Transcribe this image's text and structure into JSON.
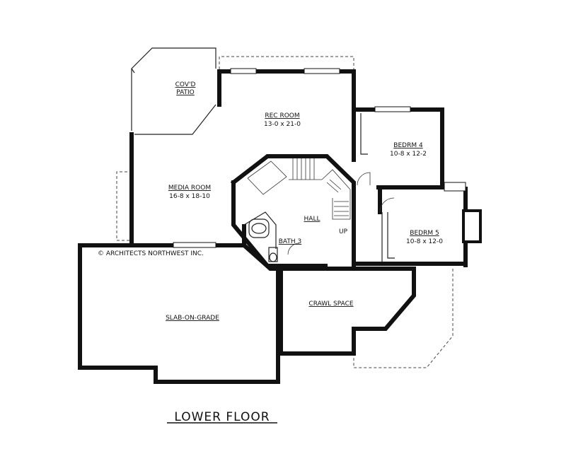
{
  "plan_title": "LOWER FLOOR",
  "copyright": "© ARCHITECTS NORTHWEST INC.",
  "rooms": {
    "covd_patio": {
      "name_line1": "COV'D",
      "name_line2": "PATIO"
    },
    "rec_room": {
      "name": "REC ROOM",
      "dims": "13-0 x 21-0"
    },
    "media_room": {
      "name": "MEDIA ROOM",
      "dims": "16-8 x 18-10"
    },
    "bedrm_4": {
      "name": "BEDRM 4",
      "dims": "10-8 x 12-2"
    },
    "bedrm_5": {
      "name": "BEDRM 5",
      "dims": "10-8 x 12-0"
    },
    "hall": {
      "name": "HALL"
    },
    "bath_3": {
      "name": "BATH 3"
    },
    "stair": {
      "up_label": "UP"
    },
    "slab": {
      "name": "SLAB-ON-GRADE"
    },
    "crawl": {
      "name": "CRAWL SPACE"
    }
  }
}
